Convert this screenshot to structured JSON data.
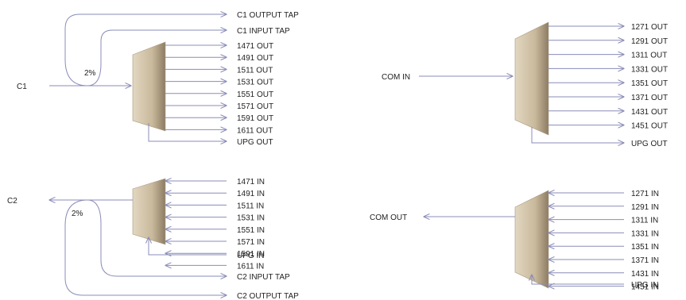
{
  "colors": {
    "line": "#8a8cb8",
    "mux_light": "#e2d7c1",
    "mux_mid": "#c9b99c",
    "mux_dark": "#8d7c63"
  },
  "left_top": {
    "input_label": "C1",
    "tap_percent": "2%",
    "output_tap_label": "C1 OUTPUT TAP",
    "input_tap_label": "C1 INPUT TAP",
    "ports": [
      "1471 OUT",
      "1491 OUT",
      "1511 OUT",
      "1531 OUT",
      "1551 OUT",
      "1571 OUT",
      "1591 OUT",
      "1611 OUT"
    ],
    "upg_label": "UPG OUT"
  },
  "left_bottom": {
    "output_label": "C2",
    "tap_percent": "2%",
    "ports": [
      "1471 IN",
      "1491 IN",
      "1511 IN",
      "1531 IN",
      "1551 IN",
      "1571 IN",
      "1591 IN",
      "1611 IN"
    ],
    "upg_label": "UPG IN",
    "input_tap_label": "C2 INPUT TAP",
    "output_tap_label": "C2 OUTPUT TAP"
  },
  "right_top": {
    "com_label": "COM IN",
    "ports": [
      "1271 OUT",
      "1291 OUT",
      "1311 OUT",
      "1331 OUT",
      "1351 OUT",
      "1371 OUT",
      "1431 OUT",
      "1451 OUT"
    ],
    "upg_label": "UPG OUT"
  },
  "right_bottom": {
    "com_label": "COM OUT",
    "ports": [
      "1271 IN",
      "1291 IN",
      "1311 IN",
      "1331 IN",
      "1351 IN",
      "1371 IN",
      "1431 IN",
      "1451 IN"
    ],
    "upg_label": "UPG IN"
  }
}
